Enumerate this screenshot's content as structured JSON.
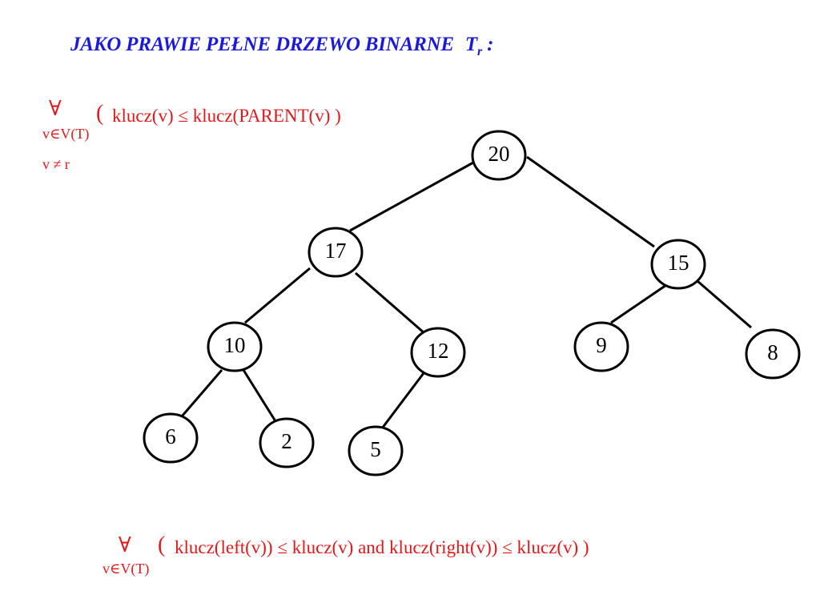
{
  "title": {
    "text": "JAKO PRAWIE PEŁNE DRZEWO BINARNE",
    "symbol": "T",
    "subscript": "r",
    "suffix": " :"
  },
  "top_condition": {
    "quantifier": "∀",
    "paren": "(",
    "expression": "klucz(v) ≤ klucz(PARENT(v) )",
    "domain": "v∈V(T)",
    "restriction": "v ≠  r"
  },
  "bottom_condition": {
    "quantifier": "∀",
    "paren": "(",
    "expression": "klucz(left(v)) ≤ klucz(v)  and  klucz(right(v)) ≤ klucz(v)  )",
    "domain": "v∈V(T)"
  },
  "tree": {
    "nodes": [
      {
        "id": "n20",
        "label": "20"
      },
      {
        "id": "n17",
        "label": "17"
      },
      {
        "id": "n15",
        "label": "15"
      },
      {
        "id": "n10",
        "label": "10"
      },
      {
        "id": "n12",
        "label": "12"
      },
      {
        "id": "n9",
        "label": "9"
      },
      {
        "id": "n8",
        "label": "8"
      },
      {
        "id": "n6",
        "label": "6"
      },
      {
        "id": "n2",
        "label": "2"
      },
      {
        "id": "n5",
        "label": "5"
      }
    ],
    "edges": [
      {
        "from": "n20",
        "to": "n17"
      },
      {
        "from": "n20",
        "to": "n15"
      },
      {
        "from": "n17",
        "to": "n10"
      },
      {
        "from": "n17",
        "to": "n12"
      },
      {
        "from": "n15",
        "to": "n9"
      },
      {
        "from": "n15",
        "to": "n8"
      },
      {
        "from": "n10",
        "to": "n6"
      },
      {
        "from": "n10",
        "to": "n2"
      },
      {
        "from": "n12",
        "to": "n5"
      }
    ]
  }
}
